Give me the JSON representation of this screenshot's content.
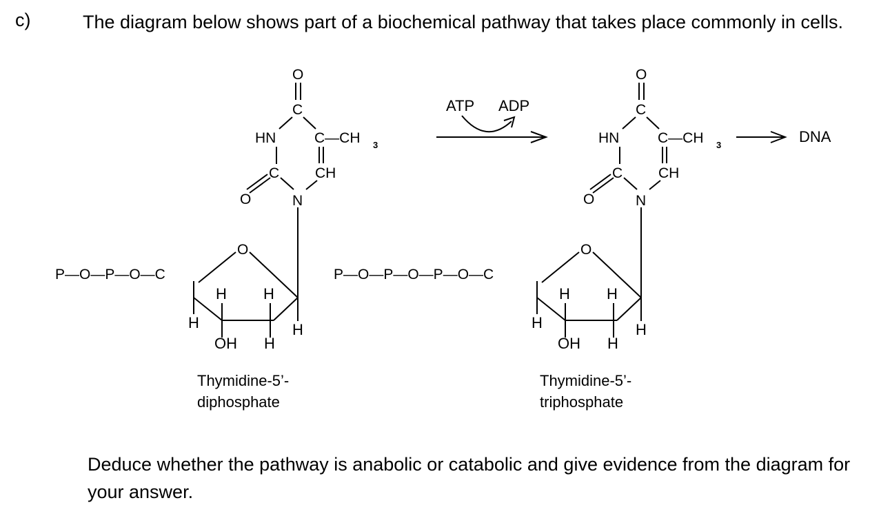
{
  "question": {
    "label": "c)",
    "intro": "The diagram below shows part of a biochemical pathway that takes place commonly in cells.",
    "prompt": "Deduce whether the pathway is anabolic or catabolic and give evidence from the diagram for your answer."
  },
  "diagram": {
    "molecule_left": {
      "caption_line1": "Thymidine-5’-",
      "caption_line2": "diphosphate",
      "phosphate_chain": "P—O—P—O—C"
    },
    "molecule_right": {
      "caption_line1": "Thymidine-5’-",
      "caption_line2": "triphosphate",
      "phosphate_chain": "P—O—P—O—P—O—C"
    },
    "reaction": {
      "reactant": "ATP",
      "product": "ADP"
    },
    "product": "DNA",
    "atoms": {
      "o_top": "O",
      "c": "C",
      "hn": "HN",
      "c_ch3": "C—CH",
      "ch3_sub": "3",
      "ch": "CH",
      "o_keto": "O",
      "n": "N",
      "o_ring": "O",
      "h": "H",
      "oh": "OH"
    }
  }
}
